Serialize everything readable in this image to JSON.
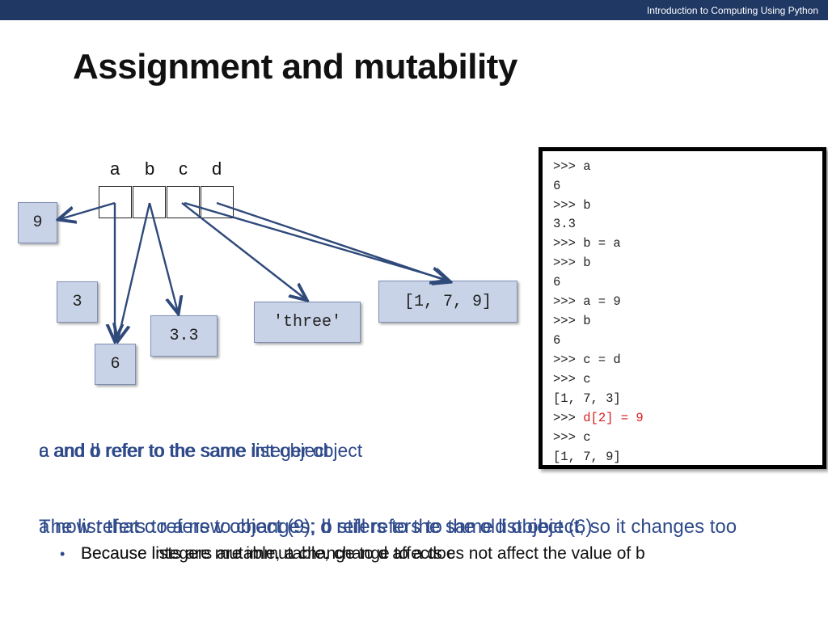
{
  "header": {
    "course_title": "Introduction to Computing Using Python"
  },
  "slide": {
    "title": "Assignment and mutability"
  },
  "variables": [
    "a",
    "b",
    "c",
    "d"
  ],
  "objects": {
    "nine": "9",
    "three": "3",
    "six": "6",
    "three_point_three": "3.3",
    "three_str": "'three'",
    "list": "[1, 7, 9]"
  },
  "console": {
    "lines": [
      ">>> a",
      "6",
      ">>> b",
      "3.3",
      ">>> b = a",
      ">>> b",
      "6",
      ">>> a = 9",
      ">>> b",
      "6",
      ">>> c = d",
      ">>> c",
      "[1, 7, 3]"
    ],
    "red_prompt": ">>> ",
    "red_text": "d[2] = 9",
    "after_lines": [
      ">>> c",
      "[1, 7, 9]"
    ],
    "accent_red": "#d62020"
  },
  "captions": {
    "line1_a": "a and b refer to the same list object",
    "line1_b": "c and d refer to the same integer object",
    "line2_a": "The list that c refers to changes; d refers to the same list object, so it changes too",
    "line2_b": "a now refers to a new object (9); b still refers to the old object (6)",
    "bullet_a": "Because lists are mutable, a change to d affects c",
    "bullet_b": "Because integers are immutable, change to a does not affect the value of b"
  },
  "colors": {
    "topbar": "#1f3864",
    "box_fill": "#c9d3e8",
    "caption": "#2f4a8a"
  }
}
